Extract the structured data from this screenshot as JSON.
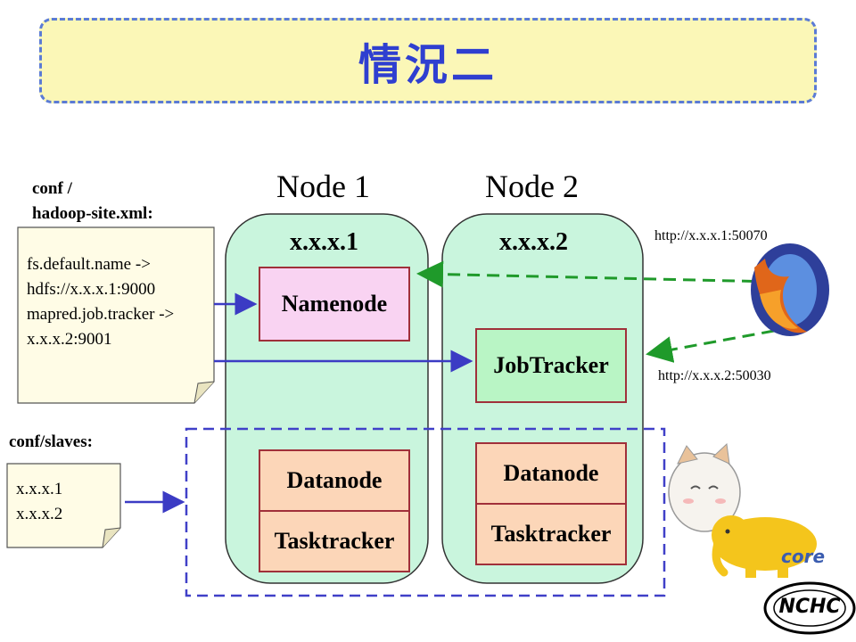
{
  "title": "情況二",
  "conf_site": {
    "label_line1": "conf /",
    "label_line2": "hadoop-site.xml:",
    "lines": [
      "fs.default.name ->",
      "hdfs://x.x.x.1:9000",
      "mapred.job.tracker ->",
      "x.x.x.2:9001"
    ]
  },
  "conf_slaves": {
    "label": "conf/slaves:",
    "lines": [
      "x.x.x.1",
      "x.x.x.2"
    ]
  },
  "nodes": [
    {
      "heading": "Node 1",
      "ip": "x.x.x.1",
      "namenode": "Namenode",
      "datanode": "Datanode",
      "tasktracker": "Tasktracker"
    },
    {
      "heading": "Node 2",
      "ip": "x.x.x.2",
      "jobtracker": "JobTracker",
      "datanode": "Datanode",
      "tasktracker": "Tasktracker"
    }
  ],
  "urls": {
    "namenode": "http://x.x.x.1:50070",
    "jobtracker": "http://x.x.x.2:50030"
  },
  "logos": {
    "org": "NCHC",
    "hadoop": "core"
  },
  "colors": {
    "title_fill": "#fbf7b7",
    "title_border": "#5b7bd5",
    "title_text": "#2f3fd0",
    "node_fill": "#c9f5dd",
    "namenode_fill": "#f9d3f2",
    "jobtracker_fill": "#b9f5c5",
    "datanode_fill": "#fcd6b8",
    "note_fill": "#fffce6",
    "arrow_blue": "#3b3bc4",
    "arrow_green": "#1f9a2a",
    "slaves_border": "#4040c8"
  }
}
